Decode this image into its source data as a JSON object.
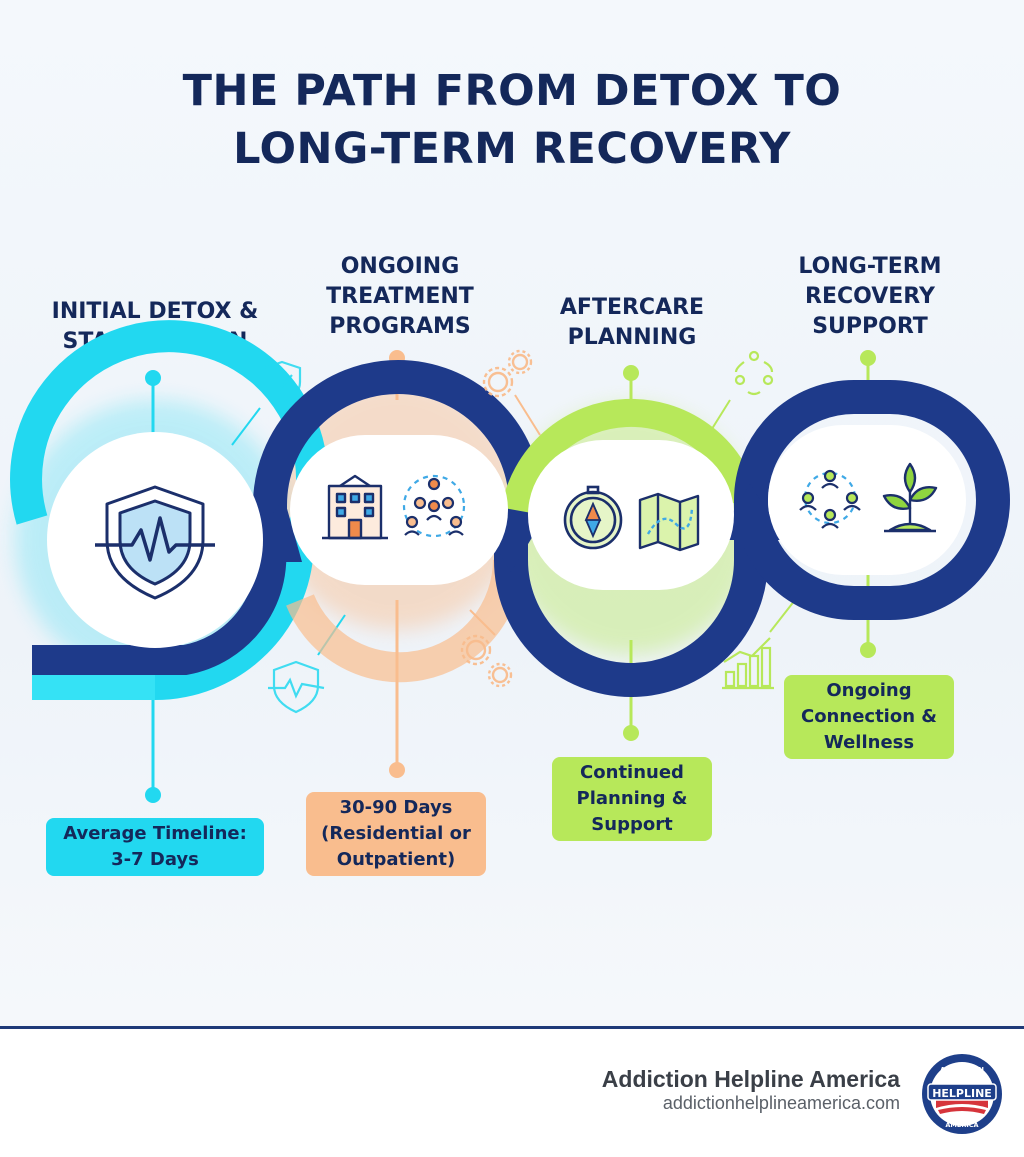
{
  "title": {
    "line1": "THE PATH FROM DETOX TO",
    "line2": "LONG-TERM RECOVERY"
  },
  "stages": [
    {
      "title_lines": [
        "INITIAL DETOX &",
        "STABILIZATION"
      ],
      "note_lines": [
        "Average Timeline:",
        "3-7 Days"
      ],
      "color": "#22d8f0",
      "icons": [
        "shield-heartbeat-icon"
      ]
    },
    {
      "title_lines": [
        "ONGOING",
        "TREATMENT",
        "PROGRAMS"
      ],
      "note_lines": [
        "30-90 Days",
        "(Residential or",
        "Outpatient)"
      ],
      "color": "#f9bd8e",
      "icons": [
        "building-icon",
        "group-icon"
      ]
    },
    {
      "title_lines": [
        "AFTERCARE",
        "PLANNING"
      ],
      "note_lines": [
        "Continued",
        "Planning &",
        "Support"
      ],
      "color": "#b7e85a",
      "icons": [
        "compass-icon",
        "map-icon"
      ]
    },
    {
      "title_lines": [
        "LONG-TERM",
        "RECOVERY",
        "SUPPORT"
      ],
      "note_lines": [
        "Ongoing",
        "Connection &",
        "Wellness"
      ],
      "color": "#b7e85a",
      "icons": [
        "community-icon",
        "sprout-icon"
      ]
    }
  ],
  "colors": {
    "navy": "#14285a",
    "path_blue": "#1e3a8a",
    "cyan": "#22d8f0",
    "orange": "#f9bd8e",
    "lime": "#b7e85a"
  },
  "footer": {
    "brand": "Addiction Helpline America",
    "url": "addictionhelplineamerica.com",
    "logo_text_top": "ADDICTION",
    "logo_text_middle": "HELPLINE",
    "logo_text_bottom": "AMERICA"
  }
}
